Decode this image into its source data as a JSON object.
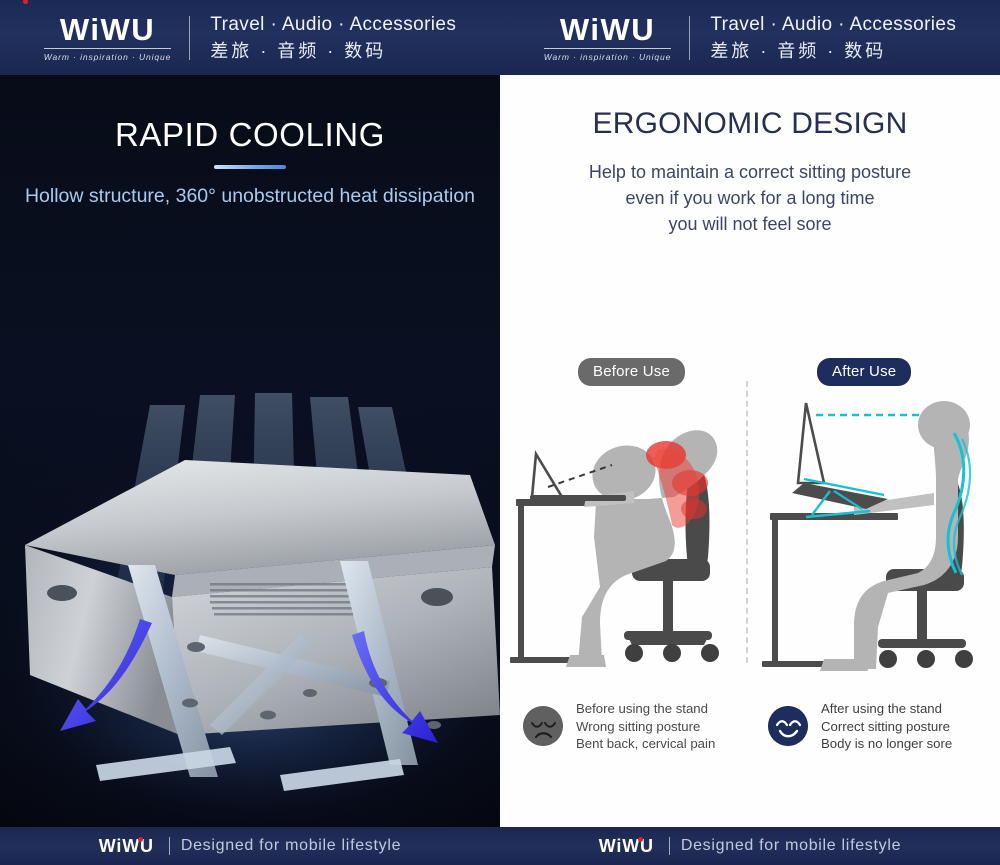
{
  "header": {
    "brand": "WiWU",
    "brand_tagline": "Warm · inspiration · Unique",
    "categories_en": "Travel · Audio · Accessories",
    "categories_cn": "差旅 · 音频 · 数码",
    "brand_dot_color": "#d8202f",
    "background_color": "#1e2c57"
  },
  "left_panel": {
    "title": "RAPID COOLING",
    "subtitle": "Hollow structure, 360° unobstructed heat dissipation",
    "title_color": "#ffffff",
    "subtitle_color": "#a8cbf2",
    "accent_color": "#79a9e8",
    "background_color": "#080c18",
    "product_alt": "laptop-on-aluminum-cooling-stand-with-airflow-arrows"
  },
  "right_panel": {
    "title": "ERGONOMIC DESIGN",
    "subtitle_lines": [
      "Help to maintain a correct sitting posture",
      "even if you work for a long time",
      "you will not feel sore"
    ],
    "title_color": "#26304f",
    "background_color": "#fefefe",
    "comparison": {
      "before": {
        "badge": "Before Use",
        "badge_color": "#6a6a6a",
        "face": "sad-face-icon",
        "face_color": "#606060",
        "caption_lines": [
          "Before using the stand",
          "Wrong sitting posture",
          "Bent back, cervical pain"
        ],
        "highlight_color": "#e8312a",
        "scene_alt": "person-hunched-over-laptop-at-desk-with-red-pain-highlight"
      },
      "after": {
        "badge": "After Use",
        "badge_color": "#1d2e5e",
        "face": "happy-face-icon",
        "face_color": "#1d2e5e",
        "caption_lines": [
          "After using the stand",
          "Correct sitting posture",
          "Body is no longer sore"
        ],
        "highlight_color": "#13c2d4",
        "scene_alt": "person-sitting-upright-with-laptop-on-stand-at-eye-level"
      }
    }
  },
  "footer": {
    "brand": "WiWU",
    "slogan": "Designed for mobile lifestyle",
    "background_color": "#1e2b55",
    "slogan_color": "#c3c9dc"
  }
}
